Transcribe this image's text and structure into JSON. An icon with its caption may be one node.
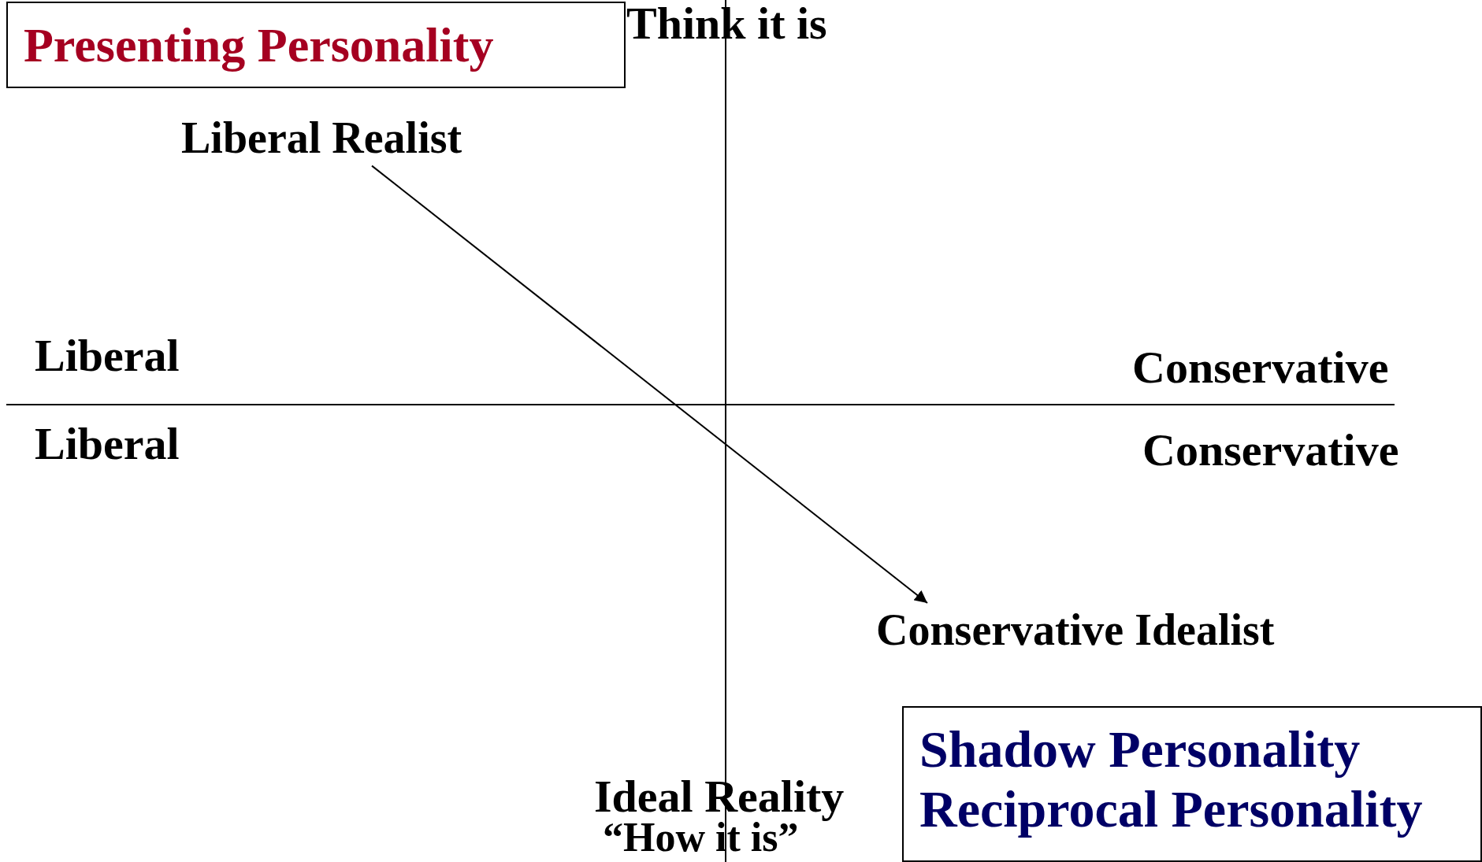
{
  "diagram": {
    "nodes": [
      {
        "text": [
          "Presenting Personality"
        ]
      },
      {
        "text": [
          "Liberal Realist"
        ]
      },
      {
        "text": [
          "Conservative Idealist"
        ]
      },
      {
        "text": [
          "Shadow Personality",
          "Reciprocal Personality"
        ]
      }
    ],
    "edges": [
      {
        "from": 1,
        "to": 2,
        "arrow": "to"
      }
    ],
    "labels": [
      "Think it is",
      "Liberal",
      "Conservative",
      "Liberal",
      "Conservative",
      "Ideal Reality",
      "“How it is”"
    ]
  }
}
